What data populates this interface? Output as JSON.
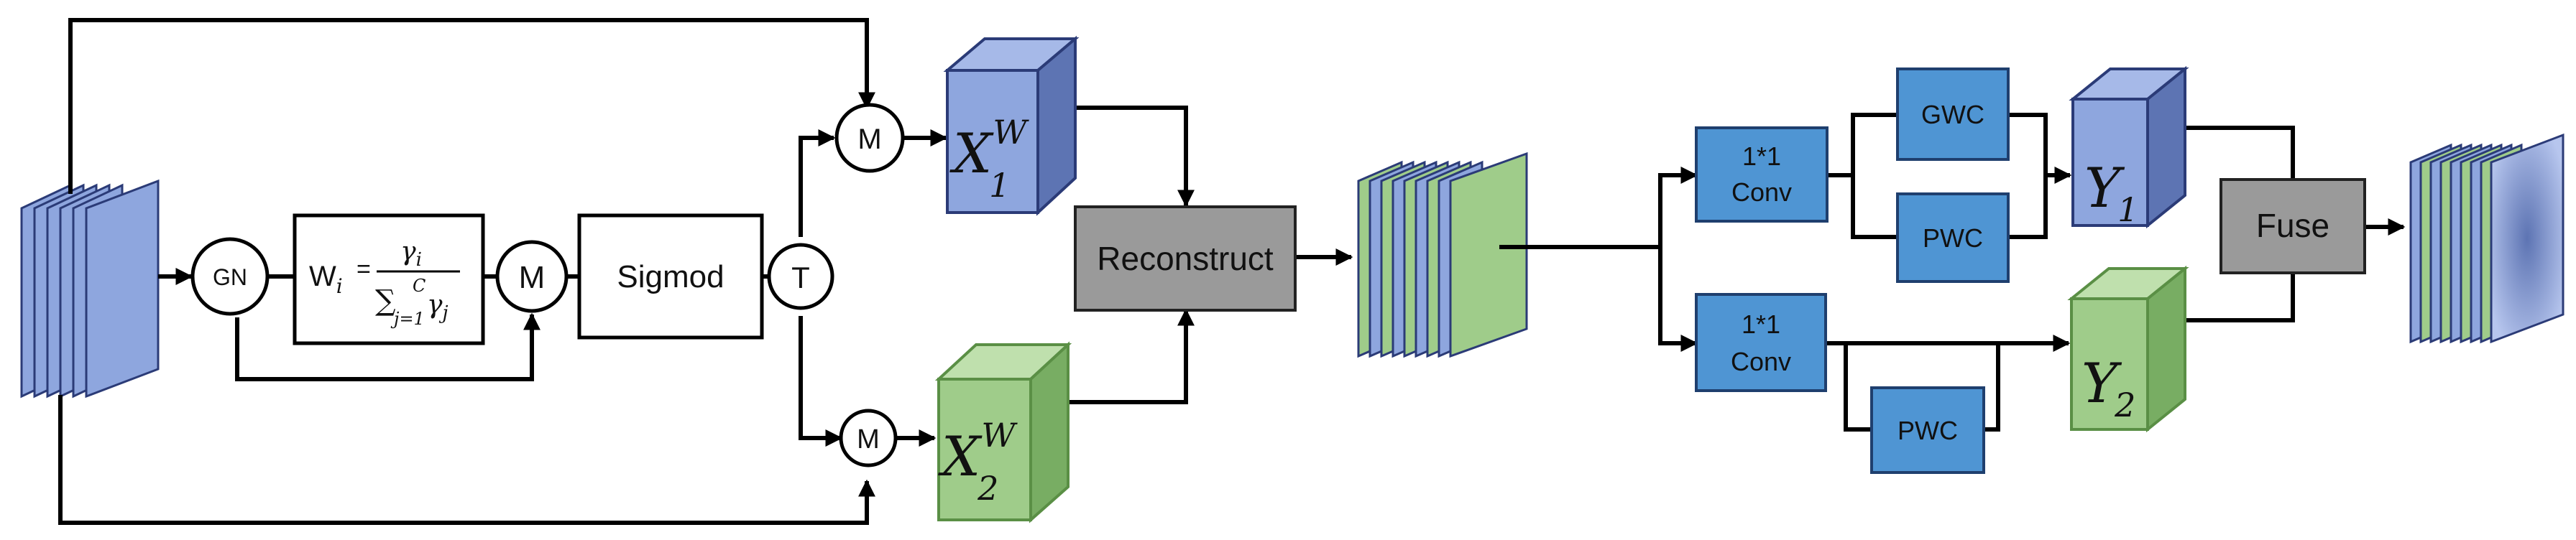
{
  "colors": {
    "blue_face": "#8ea6de",
    "blue_top": "#a6b9e8",
    "blue_side": "#5d74b3",
    "green_face": "#9fcc8a",
    "green_top": "#bfe0ad",
    "green_side": "#78ad63",
    "box_blue": "#4f95d3",
    "box_gray": "#9a9a9a",
    "line": "#000000"
  },
  "left_branch": {
    "gn_label": "GN",
    "weight_formula": {
      "lhs": "W",
      "lhs_sub": "i",
      "eq": "=",
      "numerator": "γ",
      "numerator_sub": "i",
      "sum": "∑",
      "sum_sub": "j=1",
      "sum_sup": "C",
      "denominator": "γ",
      "denominator_sub": "j"
    },
    "multiply_label": "M",
    "sigmoid_label": "Sigmod",
    "threshold_label": "T",
    "gate_top_label": "M",
    "gate_bottom_label": "M",
    "x1": {
      "base": "X",
      "sub": "1",
      "sup": "W"
    },
    "x2": {
      "base": "X",
      "sub": "2",
      "sup": "W"
    },
    "reconstruct_label": "Reconstruct"
  },
  "right_branch": {
    "conv_top_label": [
      "1*1",
      "Conv"
    ],
    "conv_bottom_label": [
      "1*1",
      "Conv"
    ],
    "gwc_label": "GWC",
    "pwc_top_label": "PWC",
    "pwc_bottom_label": "PWC",
    "y1": {
      "base": "Y",
      "sub": "1"
    },
    "y2": {
      "base": "Y",
      "sub": "2"
    },
    "fuse_label": "Fuse"
  }
}
